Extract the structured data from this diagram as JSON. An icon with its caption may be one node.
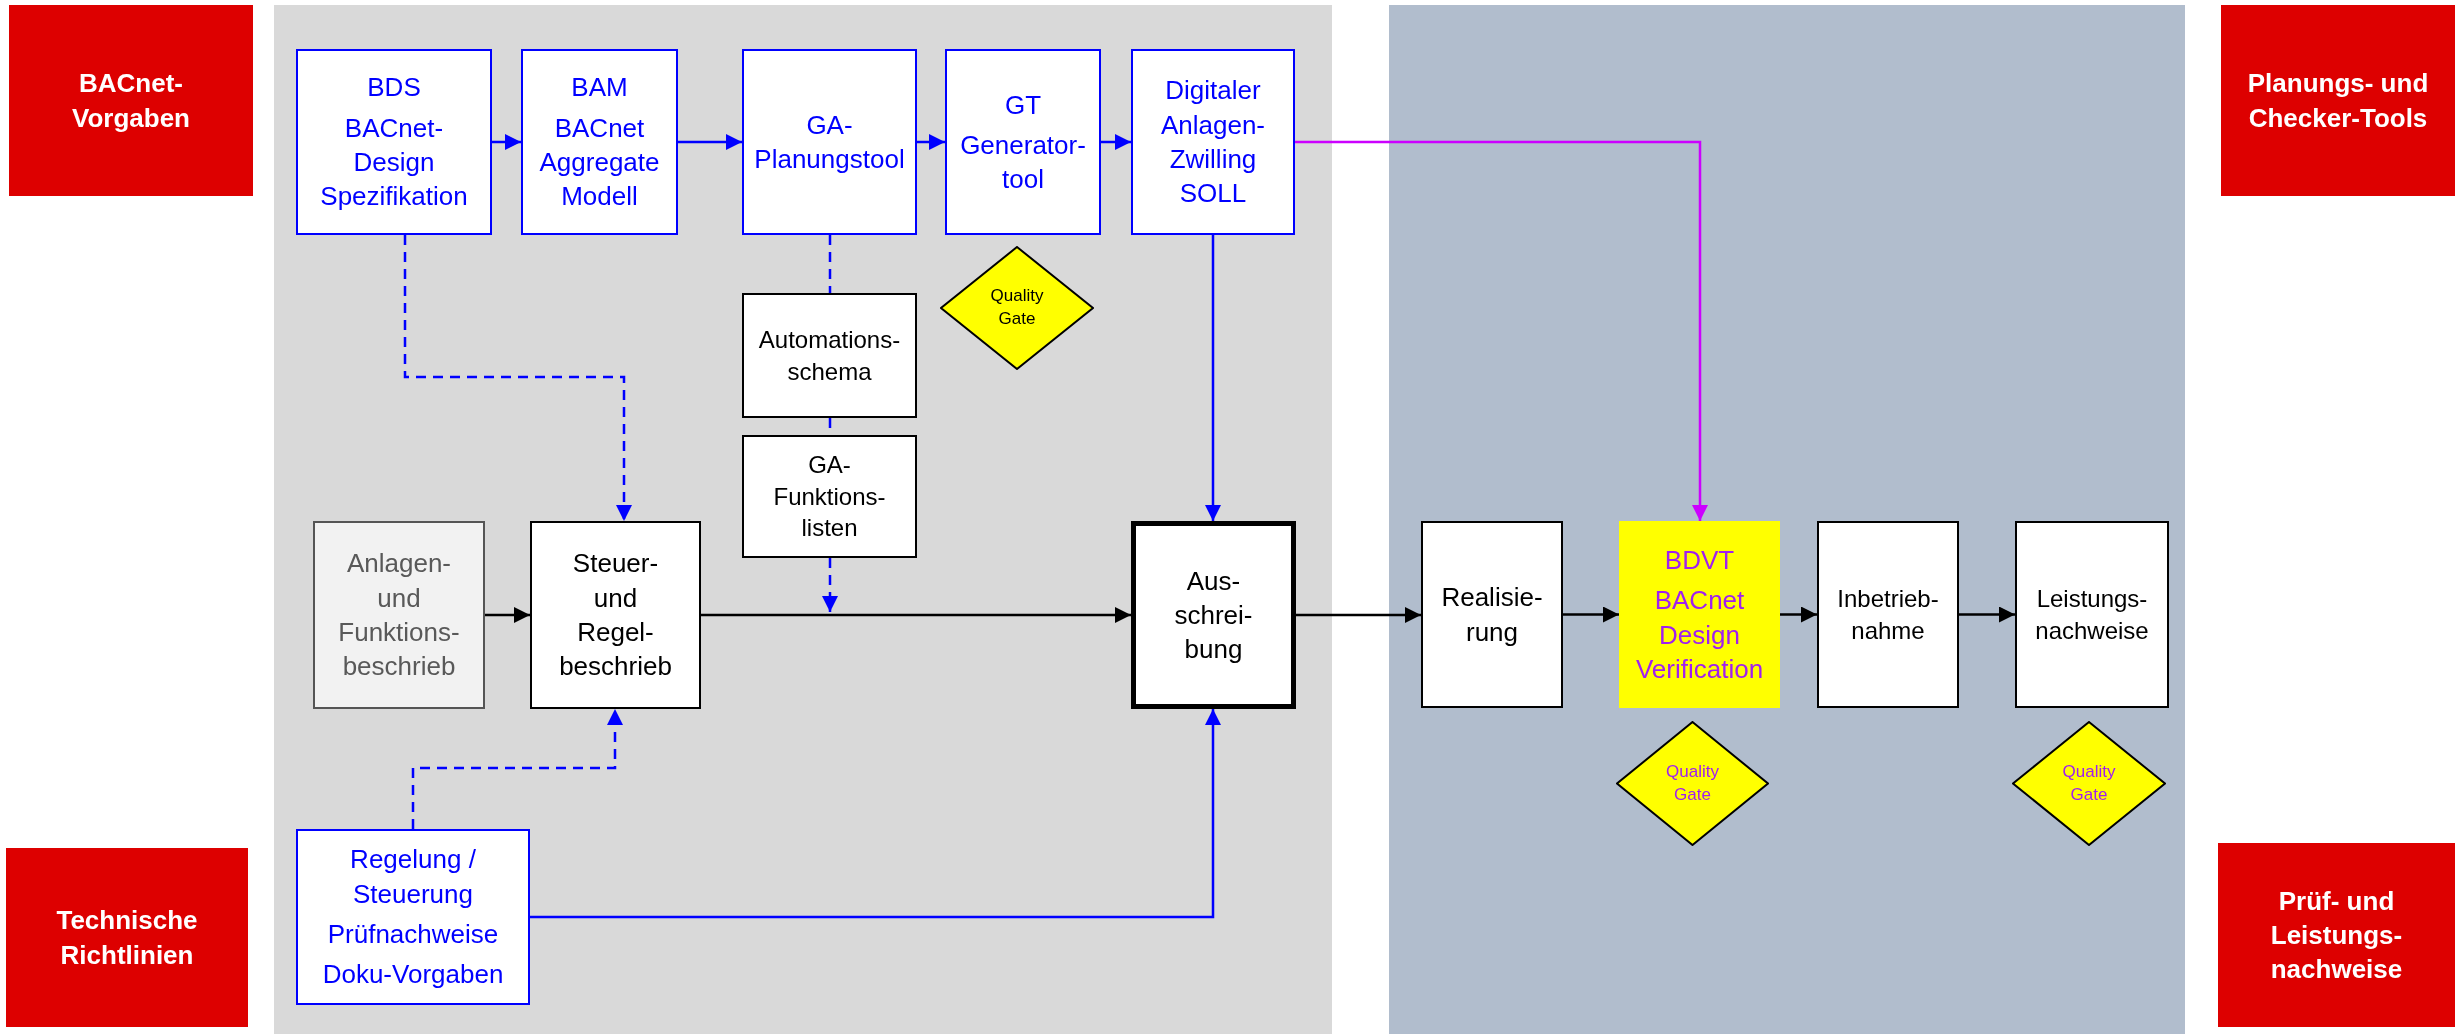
{
  "diagram": {
    "nodes": [
      {
        "text": [
          "BACnet- Vorgaben"
        ]
      },
      {
        "text": [
          "BDS",
          "BACnet- Design Spezifikation"
        ]
      },
      {
        "text": [
          "BAM",
          "BACnet Aggregate Modell"
        ]
      },
      {
        "text": [
          "GA- Planungstool"
        ]
      },
      {
        "text": [
          "GT",
          "Generator- tool"
        ]
      },
      {
        "text": [
          "Digitaler Anlagen- Zwilling SOLL"
        ]
      },
      {
        "text": [
          "Planungs- und Checker-Tools"
        ]
      },
      {
        "text": [
          "Quality Gate"
        ]
      },
      {
        "text": [
          "Automations- schema"
        ]
      },
      {
        "text": [
          "GA- Funktions- listen"
        ]
      },
      {
        "text": [
          "Anlagen- und Funktions- beschrieb"
        ]
      },
      {
        "text": [
          "Steuer- und Regel- beschrieb"
        ]
      },
      {
        "text": [
          "Aus- schrei- bung"
        ]
      },
      {
        "text": [
          "Realisie- rung"
        ]
      },
      {
        "text": [
          "BDVT",
          "BACnet Design Verification"
        ]
      },
      {
        "text": [
          "Inbetrieb- nahme"
        ]
      },
      {
        "text": [
          "Leistungs- nachweise"
        ]
      },
      {
        "text": [
          "Quality Gate"
        ]
      },
      {
        "text": [
          "Quality Gate"
        ]
      },
      {
        "text": [
          "Regelung / Steuerung",
          "Prüfnachweise",
          "Doku-Vorgaben"
        ]
      },
      {
        "text": [
          "Technische Richtlinien"
        ]
      },
      {
        "text": [
          "Prüf- und Leistungs- nachweise"
        ]
      }
    ],
    "edges": [
      {
        "from": 1,
        "to": 2,
        "arrow": "to"
      },
      {
        "from": 2,
        "to": 3,
        "arrow": "to"
      },
      {
        "from": 3,
        "to": 4,
        "arrow": "to"
      },
      {
        "from": 4,
        "to": 5,
        "arrow": "to"
      },
      {
        "from": 5,
        "to": 14,
        "arrow": "to",
        "color": "#cc00ff"
      },
      {
        "from": 5,
        "to": 12,
        "arrow": "to"
      },
      {
        "from": 1,
        "to": 11,
        "arrow": "to",
        "style": "dashed"
      },
      {
        "from": 3,
        "to": 8,
        "arrow": "none",
        "style": "dashed"
      },
      {
        "from": 8,
        "to": 9,
        "arrow": "none",
        "style": "dashed"
      },
      {
        "from": 9,
        "to": null,
        "arrow": "to",
        "style": "dashed"
      },
      {
        "from": 10,
        "to": 11,
        "arrow": "to",
        "color": "#000000"
      },
      {
        "from": 11,
        "to": 12,
        "arrow": "to",
        "color": "#000000"
      },
      {
        "from": 19,
        "to": 11,
        "arrow": "to",
        "style": "dashed"
      },
      {
        "from": 19,
        "to": 12,
        "arrow": "to"
      },
      {
        "from": 12,
        "to": 13,
        "arrow": "to",
        "color": "#000000"
      },
      {
        "from": 13,
        "to": 14,
        "arrow": "to",
        "color": "#000000"
      },
      {
        "from": 14,
        "to": 15,
        "arrow": "to",
        "color": "#000000"
      },
      {
        "from": 15,
        "to": 16,
        "arrow": "to",
        "color": "#000000"
      }
    ]
  }
}
